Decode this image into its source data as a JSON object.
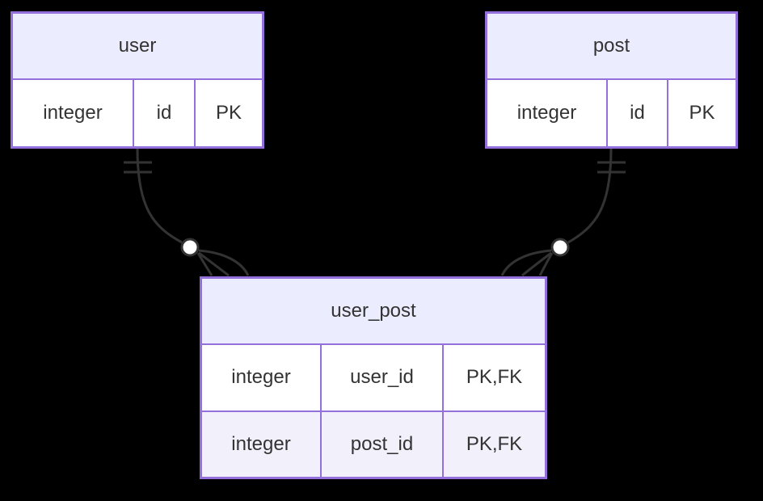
{
  "diagram": {
    "type": "entity-relationship-diagram",
    "colors": {
      "background": "#000000",
      "entity_border": "#9370DB",
      "header_fill": "#ECECFF",
      "row_odd_fill": "#ffffff",
      "row_even_fill": "#f1f0fb",
      "text": "#333333",
      "relationship_line": "#333333"
    },
    "entities": [
      {
        "name": "user",
        "attributes": [
          {
            "type": "integer",
            "name": "id",
            "keys": "PK"
          }
        ]
      },
      {
        "name": "post",
        "attributes": [
          {
            "type": "integer",
            "name": "id",
            "keys": "PK"
          }
        ]
      },
      {
        "name": "user_post",
        "attributes": [
          {
            "type": "integer",
            "name": "user_id",
            "keys": "PK,FK"
          },
          {
            "type": "integer",
            "name": "post_id",
            "keys": "PK,FK"
          }
        ]
      }
    ],
    "relationships": [
      {
        "from": "user",
        "to": "user_post",
        "from_cardinality": "exactly-one",
        "to_cardinality": "zero-or-more"
      },
      {
        "from": "post",
        "to": "user_post",
        "from_cardinality": "exactly-one",
        "to_cardinality": "zero-or-more"
      }
    ]
  }
}
